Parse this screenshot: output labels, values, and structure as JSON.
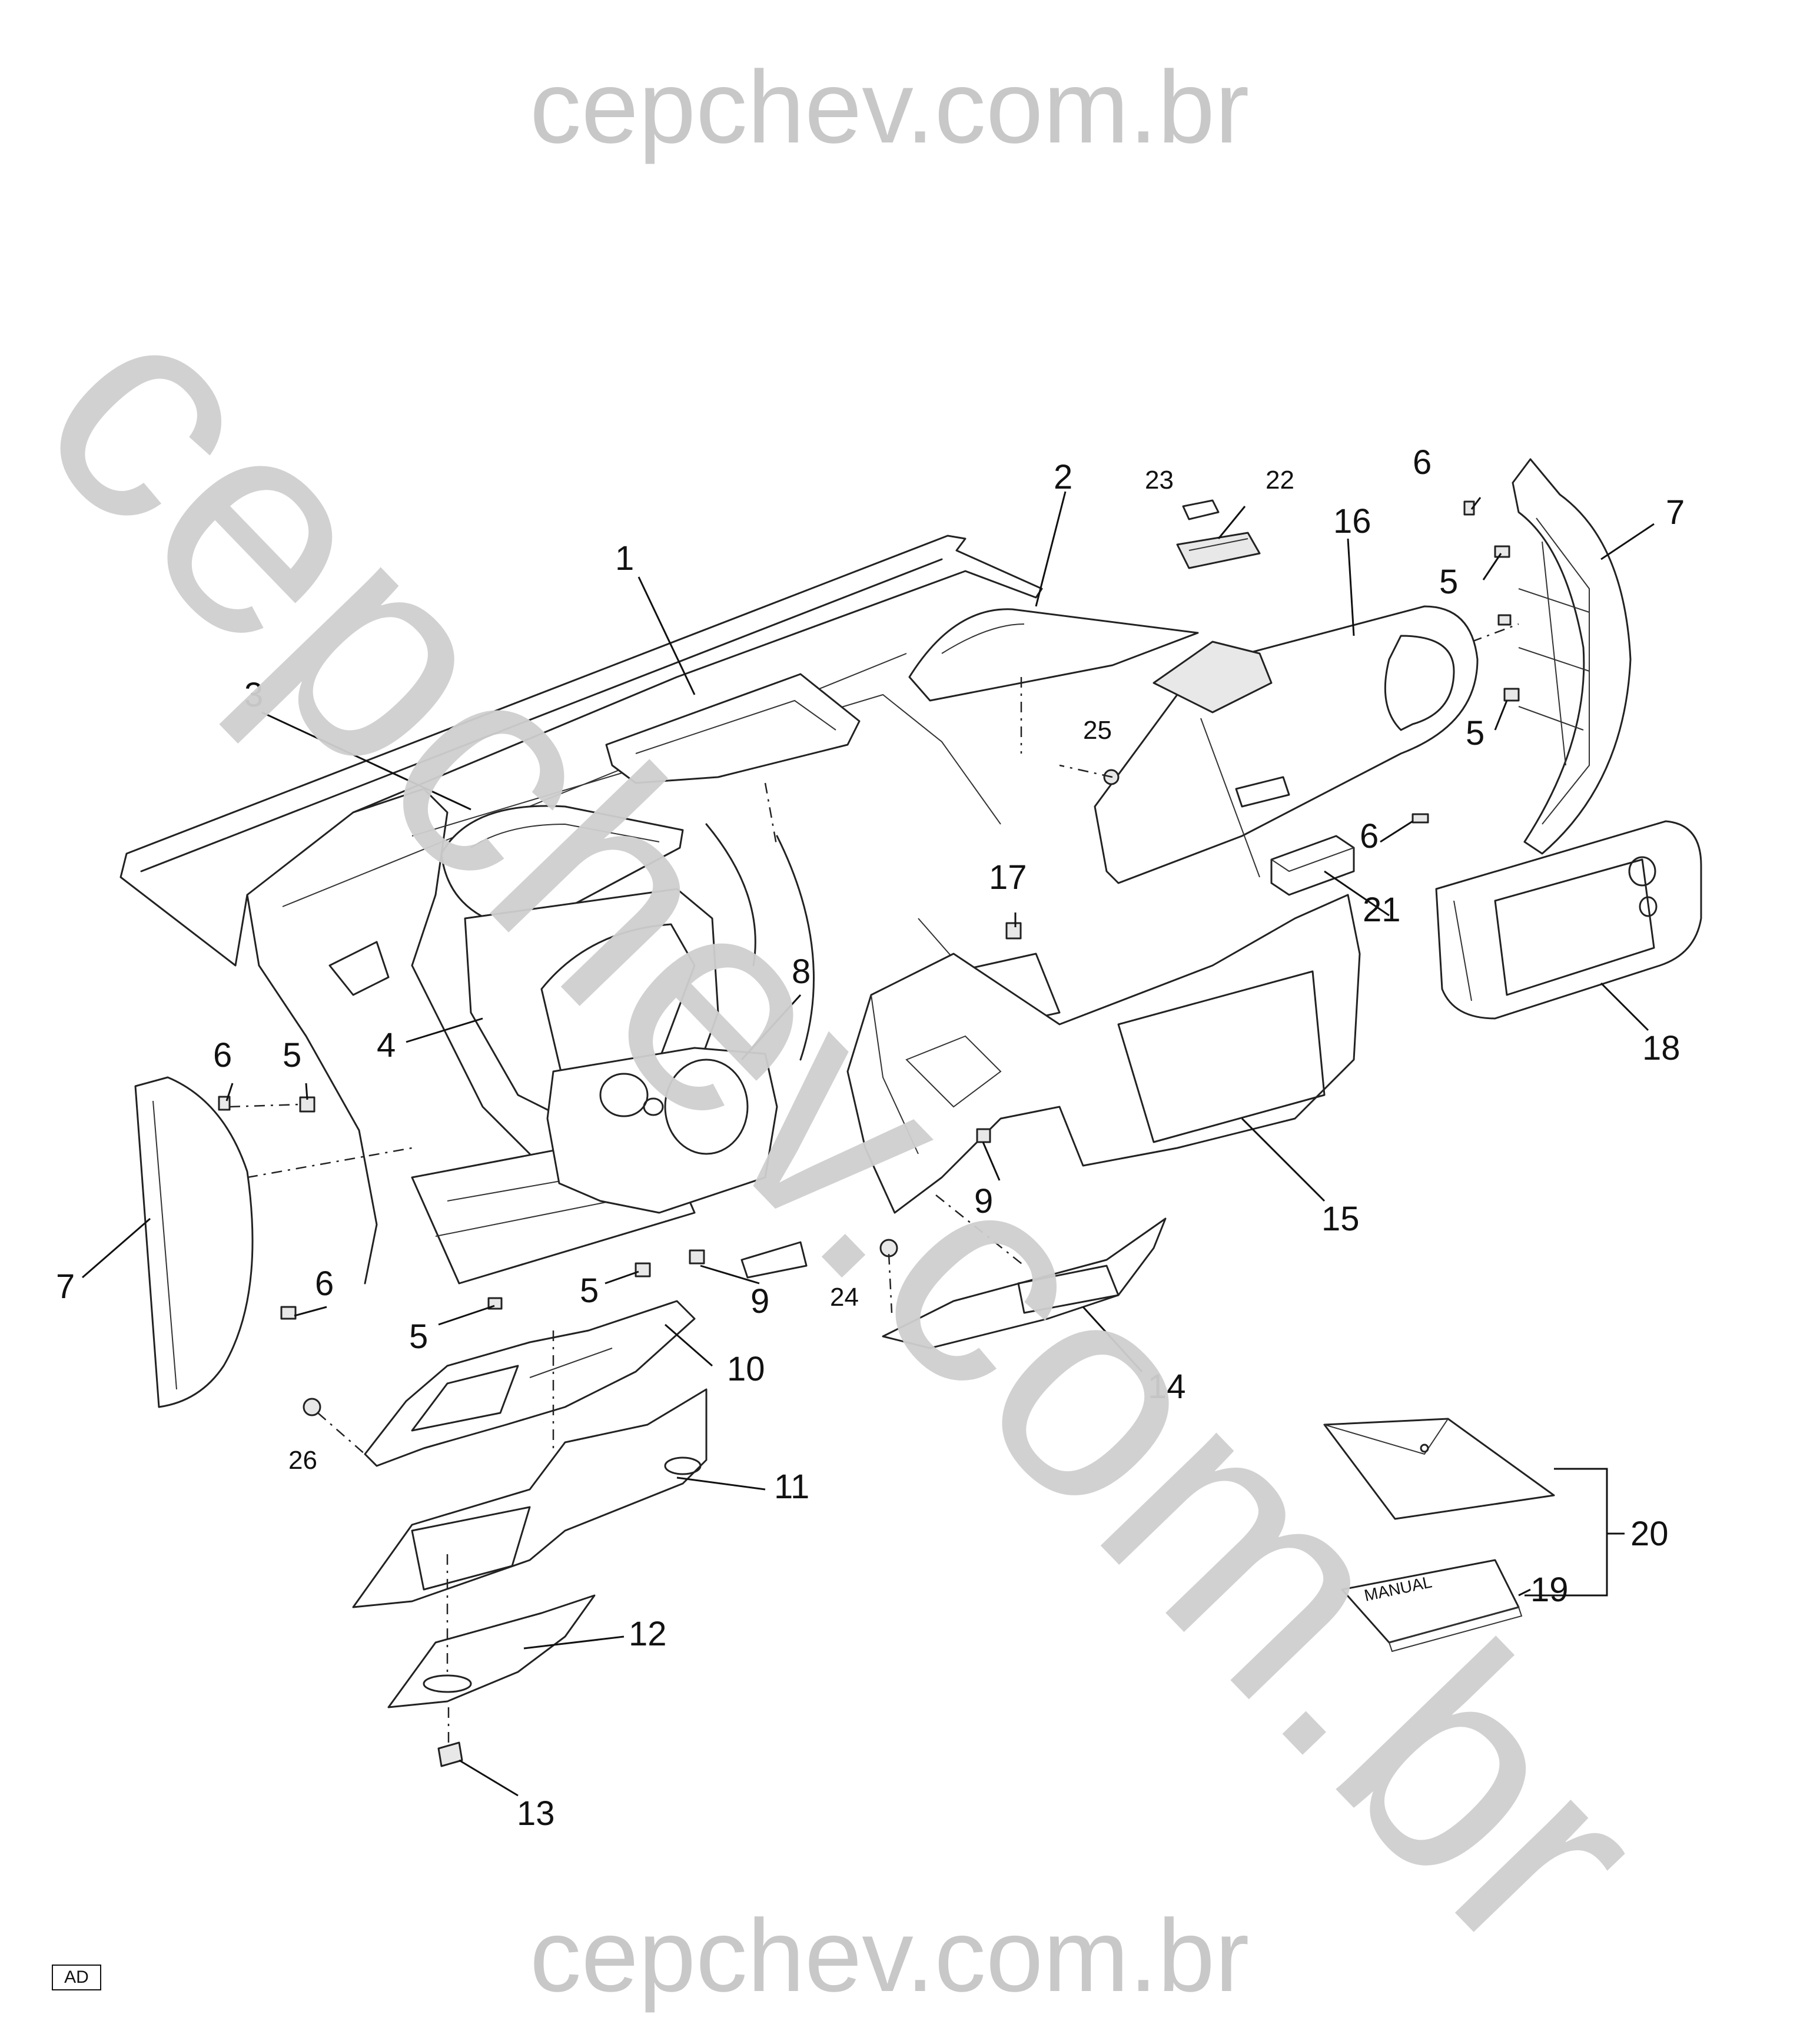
{
  "watermarks": {
    "top": "cepchev.com.br",
    "bottom": "cepchev.com.br",
    "diagonal": "cepchev.com.br"
  },
  "badge": "AD",
  "manual_label": "MANUAL",
  "callouts": [
    {
      "id": "c1",
      "text": "1"
    },
    {
      "id": "c2",
      "text": "2"
    },
    {
      "id": "c3",
      "text": "3"
    },
    {
      "id": "c4",
      "text": "4"
    },
    {
      "id": "c5a",
      "text": "5"
    },
    {
      "id": "c5b",
      "text": "5"
    },
    {
      "id": "c5c",
      "text": "5"
    },
    {
      "id": "c5d",
      "text": "5"
    },
    {
      "id": "c5e",
      "text": "5"
    },
    {
      "id": "c6a",
      "text": "6"
    },
    {
      "id": "c6b",
      "text": "6"
    },
    {
      "id": "c6c",
      "text": "6"
    },
    {
      "id": "c6d",
      "text": "6"
    },
    {
      "id": "c7a",
      "text": "7"
    },
    {
      "id": "c7b",
      "text": "7"
    },
    {
      "id": "c8",
      "text": "8"
    },
    {
      "id": "c9a",
      "text": "9"
    },
    {
      "id": "c9b",
      "text": "9"
    },
    {
      "id": "c10",
      "text": "10"
    },
    {
      "id": "c11",
      "text": "11"
    },
    {
      "id": "c12",
      "text": "12"
    },
    {
      "id": "c13",
      "text": "13"
    },
    {
      "id": "c14",
      "text": "14"
    },
    {
      "id": "c15",
      "text": "15"
    },
    {
      "id": "c16",
      "text": "16"
    },
    {
      "id": "c17",
      "text": "17"
    },
    {
      "id": "c18",
      "text": "18"
    },
    {
      "id": "c19",
      "text": "19"
    },
    {
      "id": "c20",
      "text": "20"
    },
    {
      "id": "c21",
      "text": "21"
    },
    {
      "id": "c22",
      "text": "22"
    },
    {
      "id": "c23",
      "text": "23"
    },
    {
      "id": "c24",
      "text": "24"
    },
    {
      "id": "c25",
      "text": "25"
    },
    {
      "id": "c26",
      "text": "26"
    }
  ]
}
